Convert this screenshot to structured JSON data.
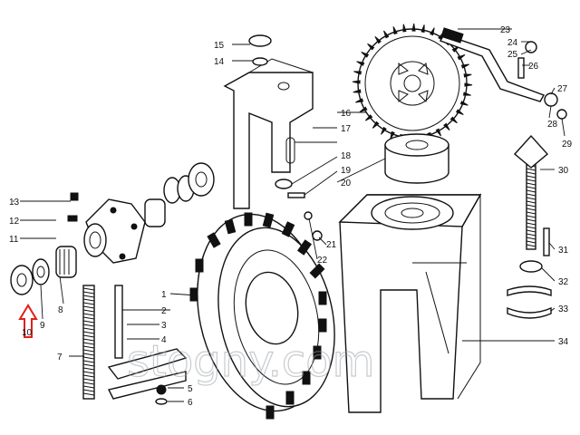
{
  "callouts": [
    "1",
    "2",
    "3",
    "4",
    "5",
    "6",
    "7",
    "8",
    "9",
    "10",
    "11",
    "12",
    "13",
    "14",
    "15",
    "16",
    "17",
    "18",
    "19",
    "20",
    "21",
    "22",
    "23",
    "24",
    "25",
    "26",
    "27",
    "28",
    "29",
    "30",
    "31",
    "32",
    "33",
    "34"
  ],
  "highlighted_callout": "10",
  "watermark": "stogny.com",
  "colors": {
    "line": "#111111",
    "highlight": "#e0201a",
    "watermark": "#9aa0a6",
    "background": "#ffffff"
  }
}
